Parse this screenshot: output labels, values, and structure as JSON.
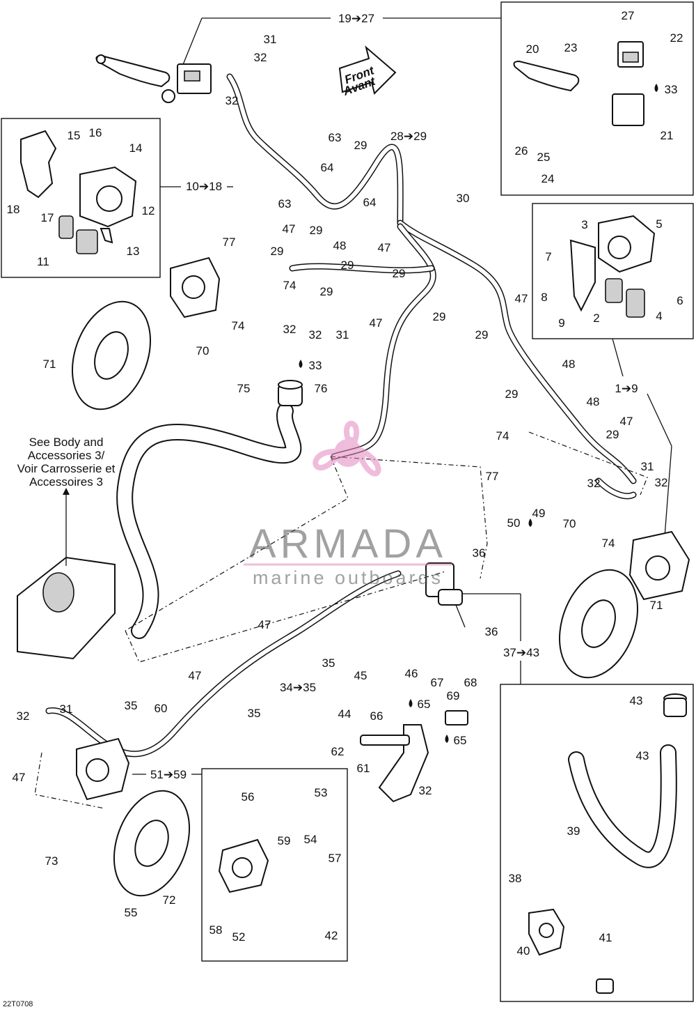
{
  "diagram": {
    "code": "22T0708",
    "ranges": {
      "top": "19➔27",
      "front_caliper": "10➔18",
      "right_caliper": "1➔9",
      "master_cyl": "37➔43",
      "rear_line": "34➔35",
      "rear_caliper": "51➔59",
      "hose_a": "28➔29"
    },
    "note": {
      "line1": "See Body and",
      "line2": "Accessories 3/",
      "line3": "Voir Carrosserie et",
      "line4": "Accessoires 3"
    },
    "front_arrow": {
      "line1": "Front",
      "line2": "Avant"
    },
    "fluid_labels": {
      "a": "33",
      "b": "33",
      "c": "50",
      "d": "65",
      "e": "65"
    },
    "watermark": {
      "brand": "ARMADA",
      "tagline": "marine outboards"
    }
  },
  "callouts": [
    "31",
    "32",
    "32",
    "20",
    "23",
    "27",
    "22",
    "21",
    "26",
    "25",
    "24",
    "15",
    "16",
    "14",
    "18",
    "17",
    "12",
    "11",
    "13",
    "63",
    "29",
    "28➔29",
    "64",
    "63",
    "64",
    "29",
    "30",
    "77",
    "47",
    "29",
    "48",
    "47",
    "29",
    "29",
    "74",
    "32",
    "32",
    "31",
    "74",
    "29",
    "47",
    "29",
    "47",
    "3",
    "5",
    "7",
    "8",
    "9",
    "2",
    "4",
    "6",
    "70",
    "71",
    "75",
    "76",
    "29",
    "48",
    "29",
    "48",
    "74",
    "29",
    "47",
    "77",
    "32",
    "31",
    "32",
    "49",
    "36",
    "70",
    "74",
    "71",
    "36",
    "47",
    "35",
    "34➔35",
    "47",
    "35",
    "45",
    "46",
    "44",
    "66",
    "67",
    "69",
    "68",
    "62",
    "61",
    "32",
    "32",
    "31",
    "47",
    "35",
    "60",
    "73",
    "72",
    "55",
    "56",
    "53",
    "59",
    "54",
    "57",
    "58",
    "52",
    "42",
    "43",
    "43",
    "39",
    "38",
    "40",
    "41"
  ]
}
